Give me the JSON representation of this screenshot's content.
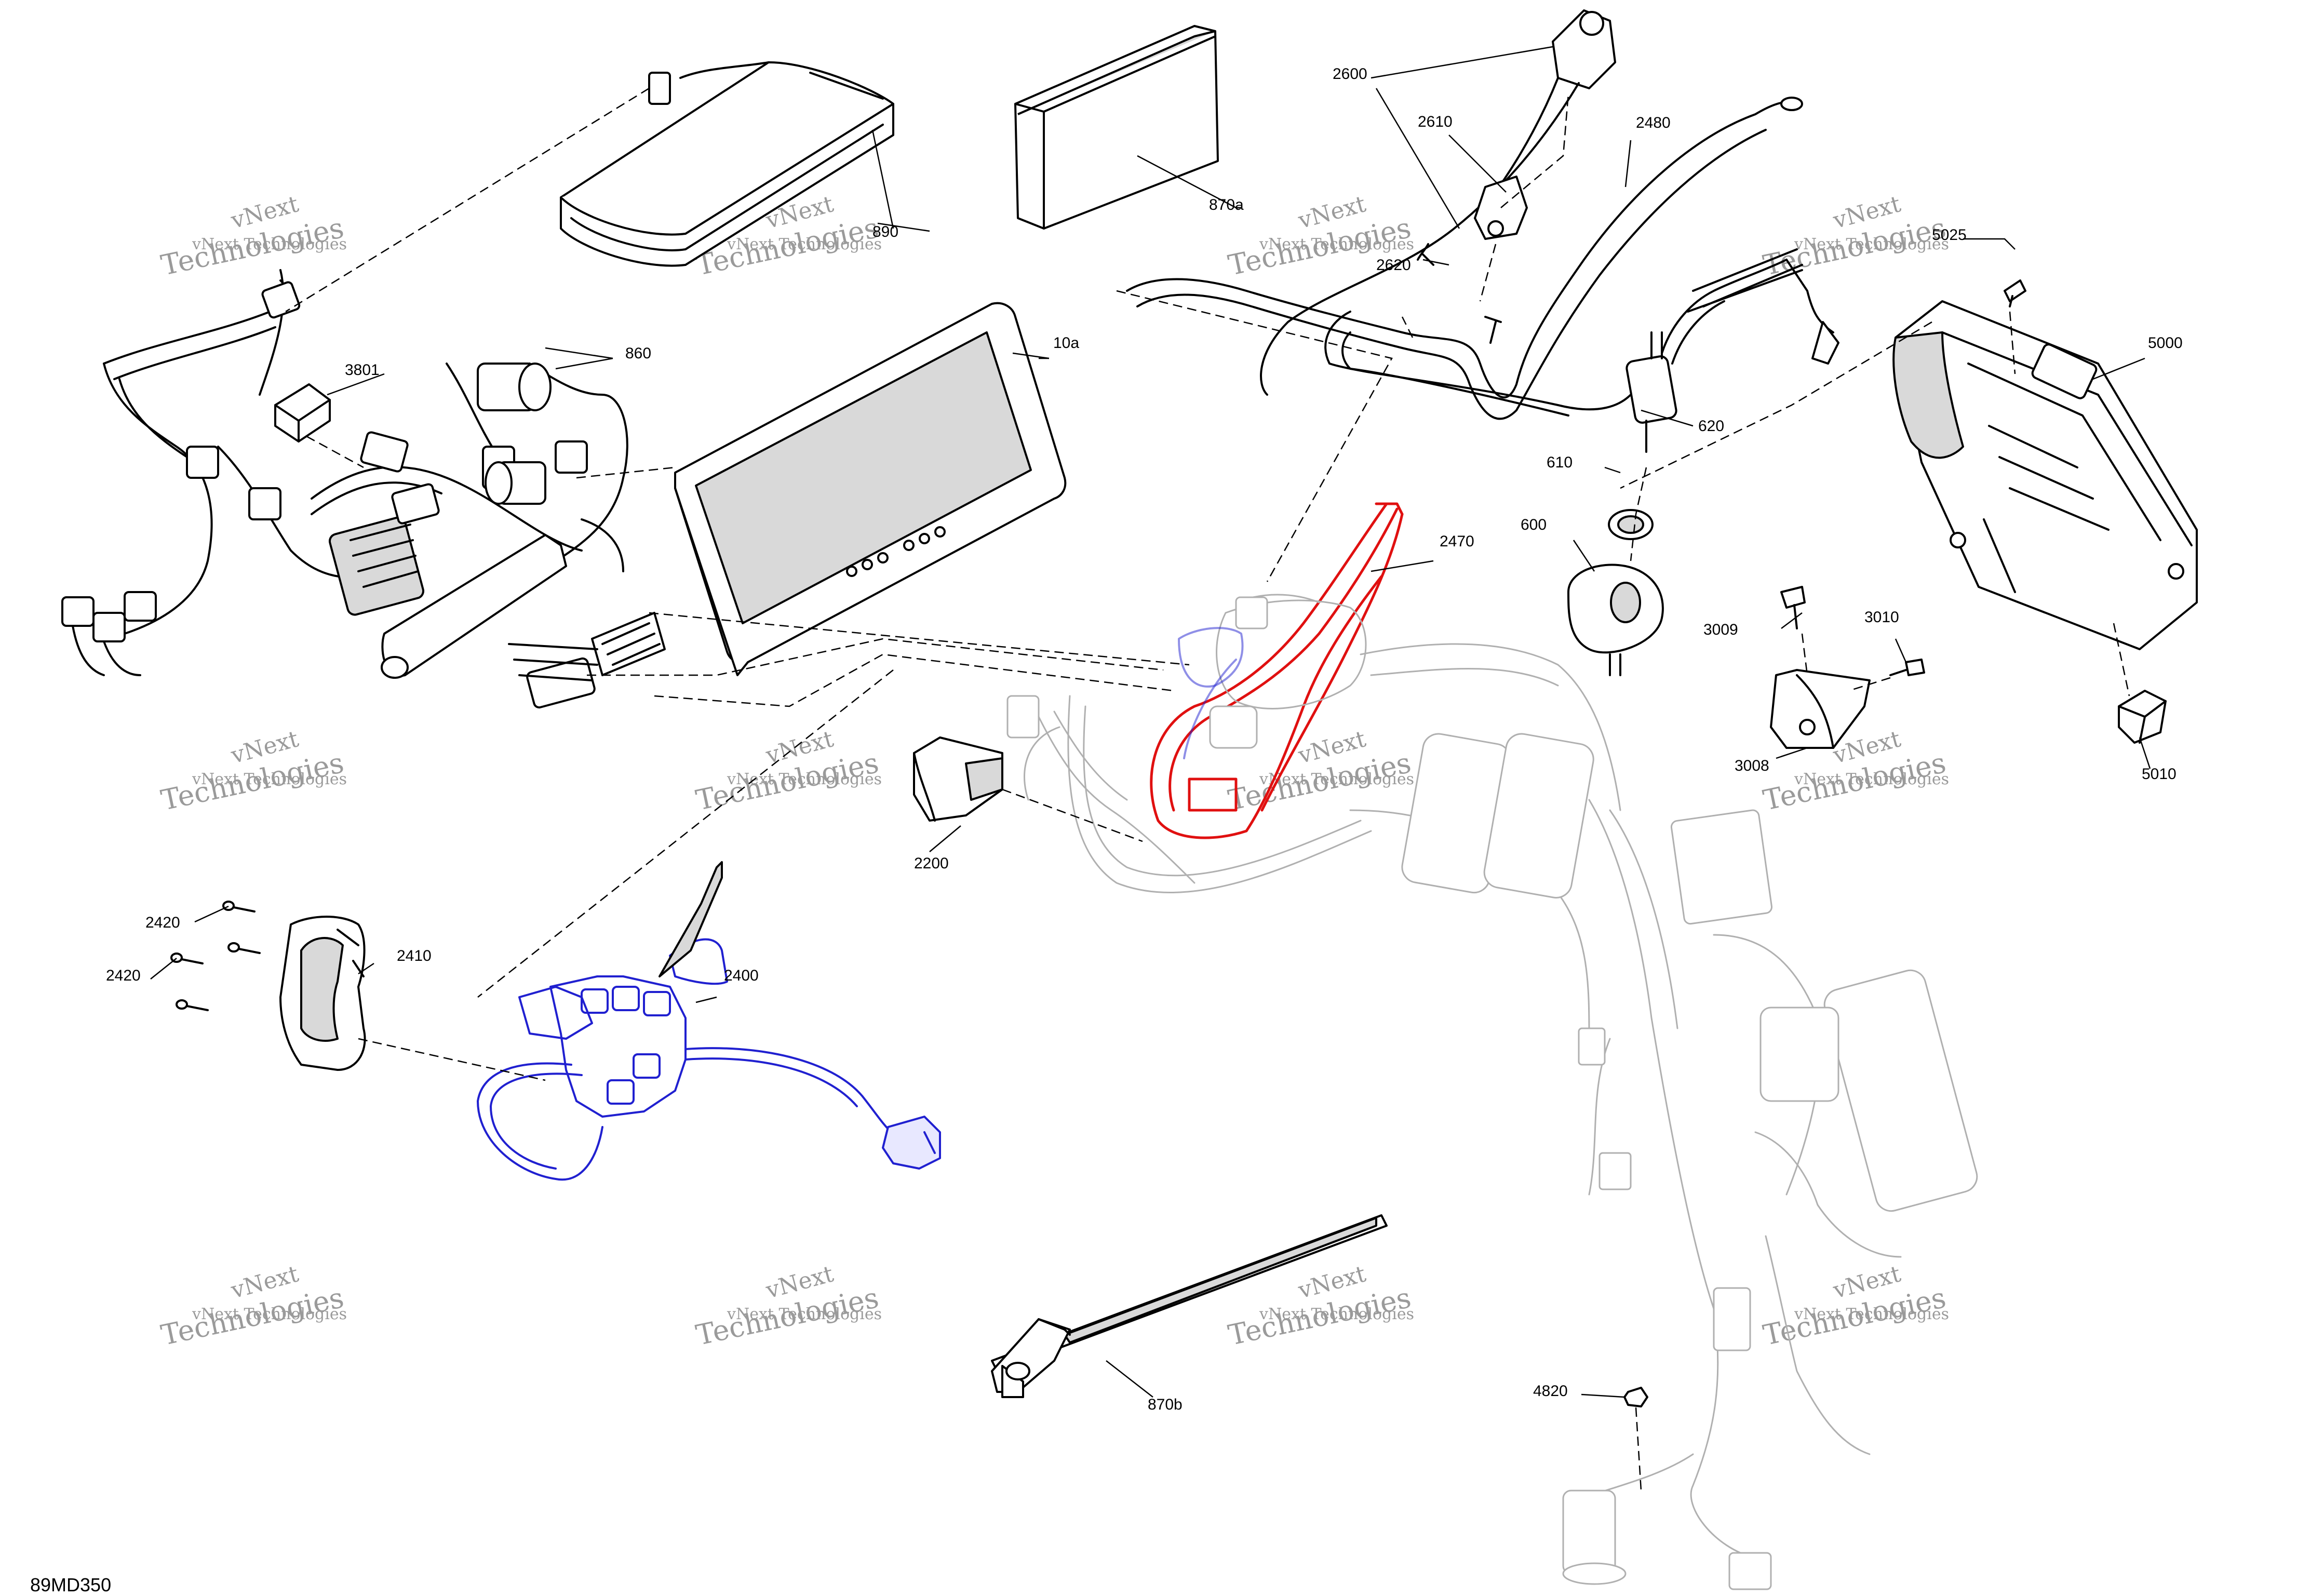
{
  "figure_id": "89MD350",
  "watermark": {
    "line1": "vNext",
    "line2": "vNext Technologies",
    "line3": "Technologies"
  },
  "callouts": [
    "890",
    "870a",
    "2600",
    "2610",
    "2620",
    "2480",
    "3801",
    "860",
    "10a",
    "5025",
    "5000",
    "620",
    "610",
    "600",
    "2470",
    "3009",
    "3010",
    "3008",
    "5010",
    "2200",
    "2420",
    "2420",
    "2410",
    "2400",
    "870b",
    "4820"
  ],
  "colors": {
    "highlight_red": "#e01010",
    "highlight_blue": "#2020d0",
    "ghost_gray": "#b0b0b0",
    "watermark_gray": "#9a9a9a"
  }
}
